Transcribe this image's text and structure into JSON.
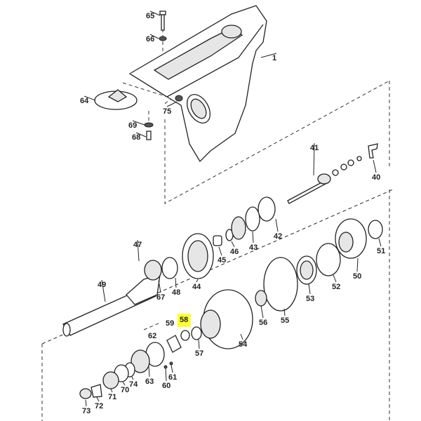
{
  "diagram": {
    "callouts": [
      "65",
      "66",
      "1",
      "64",
      "75",
      "69",
      "68",
      "41",
      "40",
      "42",
      "43",
      "46",
      "45",
      "47",
      "44",
      "48",
      "67",
      "49",
      "51",
      "50",
      "52",
      "53",
      "55",
      "56",
      "54",
      "58",
      "59",
      "57",
      "62",
      "63",
      "74",
      "61",
      "60",
      "70",
      "71",
      "72",
      "73"
    ],
    "highlighted_callout": "58",
    "highlight_color": "#ffff33"
  }
}
